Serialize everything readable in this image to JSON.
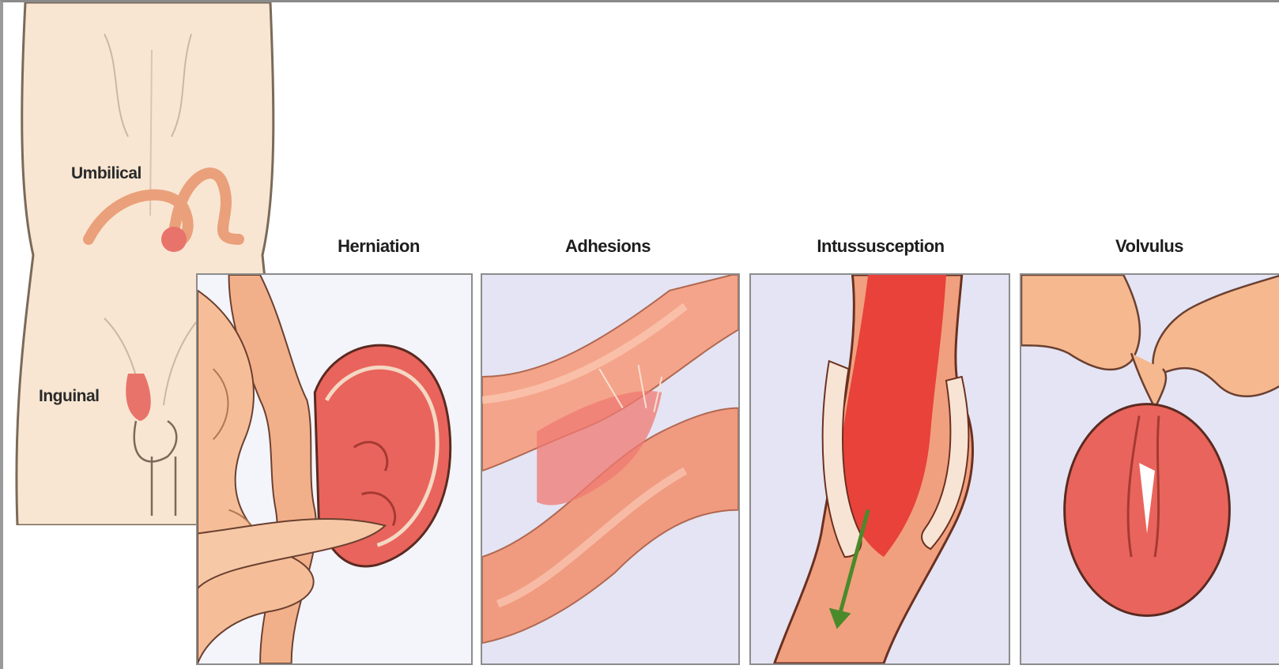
{
  "torso_labels": {
    "umbilical": "Umbilical",
    "inguinal": "Inguinal"
  },
  "panels": [
    {
      "title": "Herniation"
    },
    {
      "title": "Adhesions"
    },
    {
      "title": "Intussusception"
    },
    {
      "title": "Volvulus"
    }
  ],
  "colors": {
    "skin": "#f8e6d2",
    "intestine_light": "#f6b98f",
    "intestine_red": "#e8625a",
    "panel_bg": "#e4e4f4",
    "arrow": "#4a8a2a"
  }
}
